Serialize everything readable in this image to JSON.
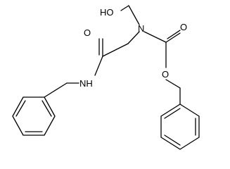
{
  "molecule": {
    "atoms": {
      "hydroxyl": "HO",
      "carbamate_nitrogen": "N",
      "carbonyl_oxygen_carbamate": "O",
      "ester_oxygen": "O",
      "amide_carbonyl_oxygen": "O",
      "amide_nitrogen": "NH"
    }
  },
  "colors": {
    "bond": "#000000",
    "label": "#000000",
    "background": "#ffffff"
  }
}
